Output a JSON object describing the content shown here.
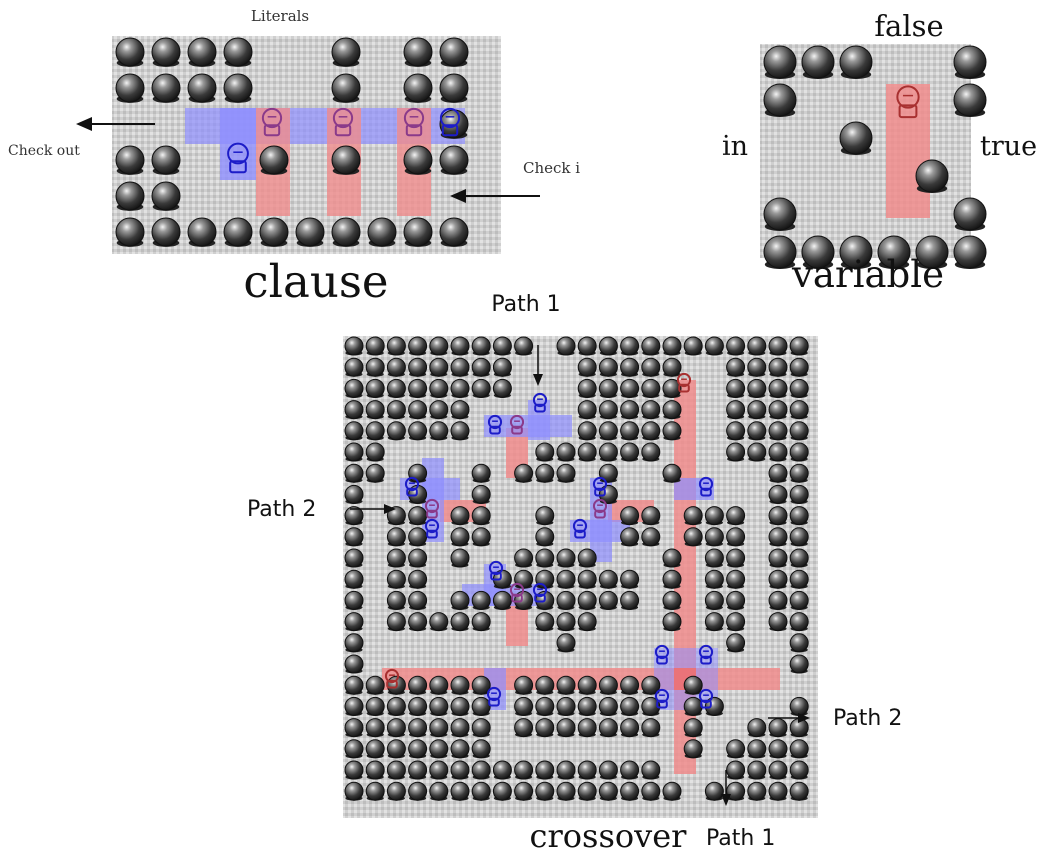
{
  "gadgets": {
    "clause": {
      "caption": "clause",
      "top_label": "Literals",
      "left_label": "Check out",
      "right_label": "Check i"
    },
    "variable": {
      "caption": "variable",
      "top_label": "false",
      "left_label": "in",
      "right_label": "true"
    },
    "crossover": {
      "caption": "crossover",
      "path1_top": "Path 1",
      "path1_bottom": "Path 1",
      "path2_left": "Path 2",
      "path2_right": "Path 2"
    }
  },
  "colors": {
    "floor": "#cfcfcf",
    "boulder": "#3a3a3a",
    "boulder_highlight": "#f4f4f4",
    "blue_zone": "#8f8fff",
    "red_zone": "#f08c8c",
    "trainer_blue": "#1c1cc8",
    "trainer_red": "#a83030"
  }
}
